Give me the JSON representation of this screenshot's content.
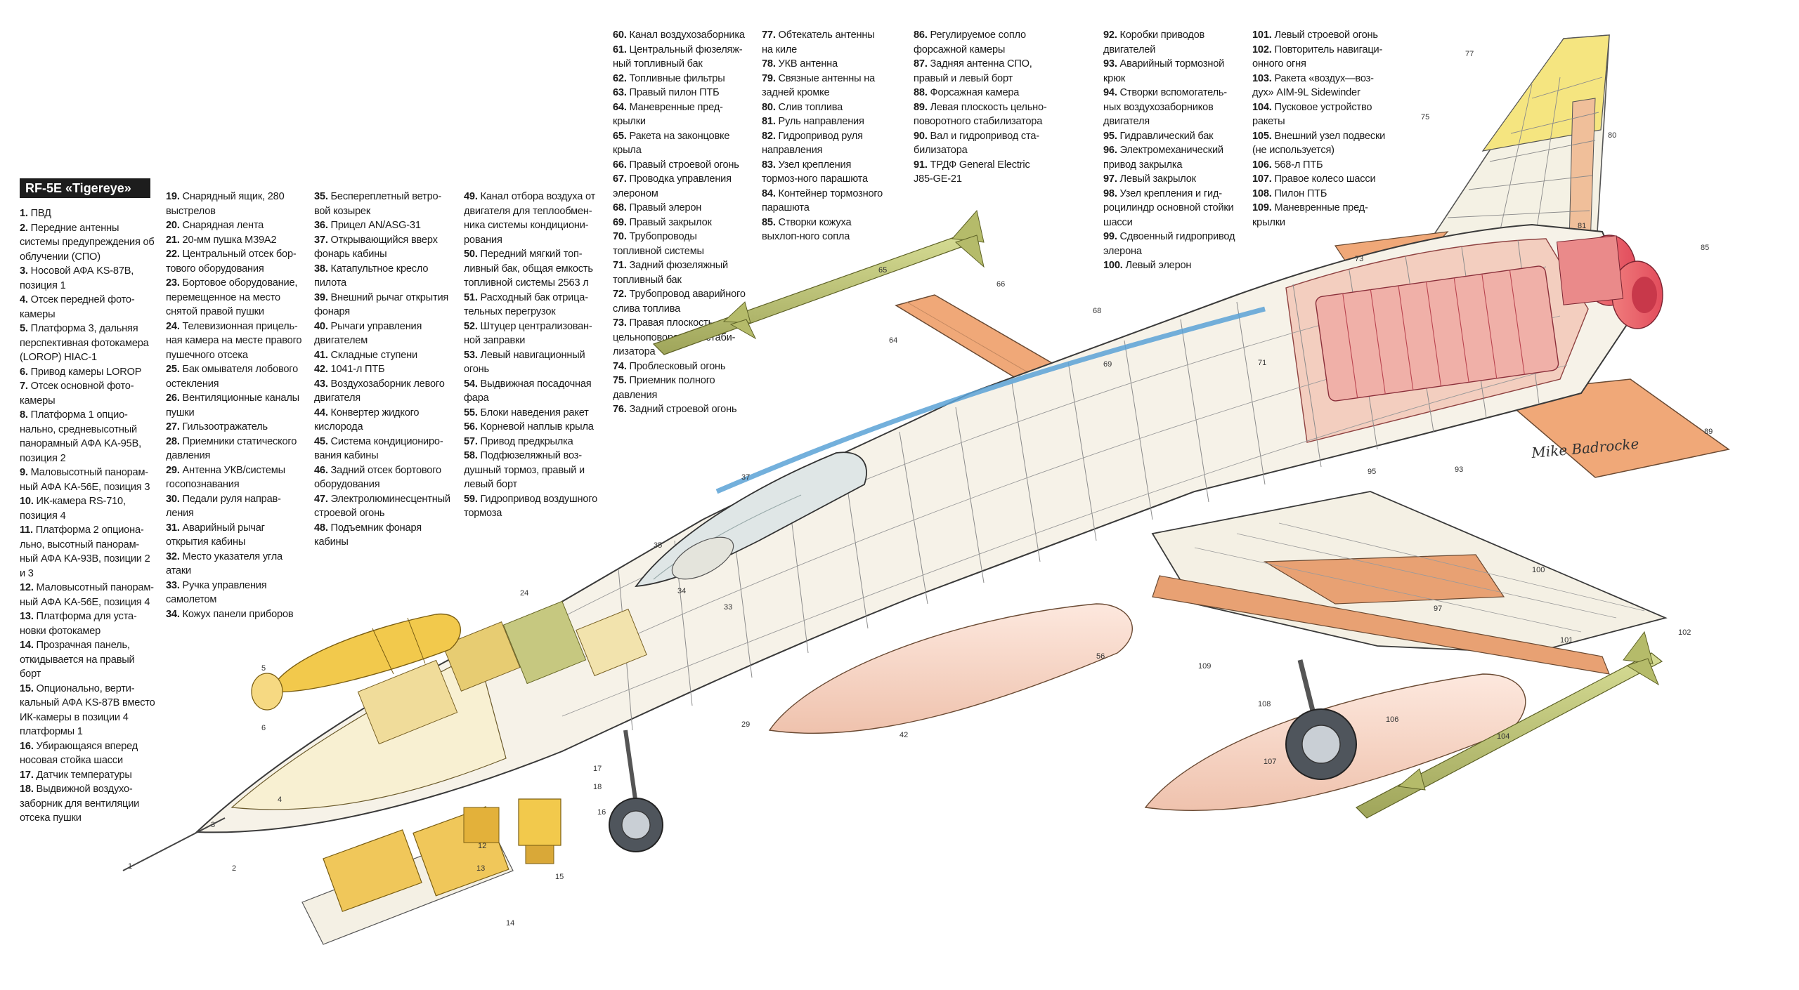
{
  "title": "RF-5E «Tigereye»",
  "signature": "Mike Badrocke",
  "columns": [
    [
      {
        "n": "1.",
        "t": "ПВД"
      },
      {
        "n": "2.",
        "t": "Передние антенны системы предупреждения об облучении (СПО)"
      },
      {
        "n": "3.",
        "t": "Носовой АФА KS-87B, позиция 1"
      },
      {
        "n": "4.",
        "t": "Отсек передней фото-камеры"
      },
      {
        "n": "5.",
        "t": "Платформа 3, дальняя перспективная фотокамера (LOROP) HIAC-1"
      },
      {
        "n": "6.",
        "t": "Привод камеры LOROP"
      },
      {
        "n": "7.",
        "t": "Отсек основной фото-камеры"
      },
      {
        "n": "8.",
        "t": "Платформа 1 опцио-нально, средневысотный панорамный АФА KA-95B, позиция 2"
      },
      {
        "n": "9.",
        "t": "Маловысотный панорам-ный АФА KA-56E, позиция 3"
      },
      {
        "n": "10.",
        "t": "ИК-камера RS-710, позиция 4"
      },
      {
        "n": "11.",
        "t": "Платформа 2 опциона-льно, высотный панорам-ный АФА KA-93B, позиции 2 и 3"
      },
      {
        "n": "12.",
        "t": "Маловысотный панорам-ный АФА KA-56E, позиция 4"
      },
      {
        "n": "13.",
        "t": "Платформа для уста-новки фотокамер"
      },
      {
        "n": "14.",
        "t": "Прозрачная панель, откидывается на правый борт"
      },
      {
        "n": "15.",
        "t": "Опционально, верти-кальный АФА KS-87B вместо ИК-камеры в позиции 4 платформы 1"
      },
      {
        "n": "16.",
        "t": "Убирающаяся вперед носовая стойка шасси"
      },
      {
        "n": "17.",
        "t": "Датчик температуры"
      },
      {
        "n": "18.",
        "t": "Выдвижной воздухо-заборник для вентиляции отсека пушки"
      }
    ],
    [
      {
        "n": "19.",
        "t": "Снарядный ящик, 280 выстрелов"
      },
      {
        "n": "20.",
        "t": "Снарядная лента"
      },
      {
        "n": "21.",
        "t": "20-мм пушка M39A2"
      },
      {
        "n": "22.",
        "t": "Центральный отсек бор-тового оборудования"
      },
      {
        "n": "23.",
        "t": "Бортовое оборудование, перемещенное на место снятой правой пушки"
      },
      {
        "n": "24.",
        "t": "Телевизионная прицель-ная камера на месте правого пушечного отсека"
      },
      {
        "n": "25.",
        "t": "Бак омывателя лобового остекления"
      },
      {
        "n": "26.",
        "t": "Вентиляционные каналы пушки"
      },
      {
        "n": "27.",
        "t": "Гильзоотражатель"
      },
      {
        "n": "28.",
        "t": "Приемники статического давления"
      },
      {
        "n": "29.",
        "t": "Антенна УКВ/системы госопознавания"
      },
      {
        "n": "30.",
        "t": "Педали руля направ-ления"
      },
      {
        "n": "31.",
        "t": "Аварийный рычаг открытия кабины"
      },
      {
        "n": "32.",
        "t": "Место указателя угла атаки"
      },
      {
        "n": "33.",
        "t": "Ручка управления самолетом"
      },
      {
        "n": "34.",
        "t": "Кожух панели приборов"
      }
    ],
    [
      {
        "n": "35.",
        "t": "Беспереплетный ветро-вой козырек"
      },
      {
        "n": "36.",
        "t": "Прицел AN/ASG-31"
      },
      {
        "n": "37.",
        "t": "Открывающийся вверх фонарь кабины"
      },
      {
        "n": "38.",
        "t": "Катапультное кресло пилота"
      },
      {
        "n": "39.",
        "t": "Внешний рычаг открытия фонаря"
      },
      {
        "n": "40.",
        "t": "Рычаги управления двигателем"
      },
      {
        "n": "41.",
        "t": "Складные ступени"
      },
      {
        "n": "42.",
        "t": "1041-л ПТБ"
      },
      {
        "n": "43.",
        "t": "Воздухозаборник левого двигателя"
      },
      {
        "n": "44.",
        "t": "Конвертер жидкого кислорода"
      },
      {
        "n": "45.",
        "t": "Система кондициониро-вания кабины"
      },
      {
        "n": "46.",
        "t": "Задний отсек бортового оборудования"
      },
      {
        "n": "47.",
        "t": "Электролюминесцентный строевой огонь"
      },
      {
        "n": "48.",
        "t": "Подъемник фонаря кабины"
      }
    ],
    [
      {
        "n": "49.",
        "t": "Канал отбора воздуха от двигателя для теплообмен-ника системы кондициони-рования"
      },
      {
        "n": "50.",
        "t": "Передний мягкий топ-ливный бак, общая емкость топливной системы 2563 л"
      },
      {
        "n": "51.",
        "t": "Расходный бак отрица-тельных перегрузок"
      },
      {
        "n": "52.",
        "t": "Штуцер централизован-ной заправки"
      },
      {
        "n": "53.",
        "t": "Левый навигационный огонь"
      },
      {
        "n": "54.",
        "t": "Выдвижная посадочная фара"
      },
      {
        "n": "55.",
        "t": "Блоки наведения ракет"
      },
      {
        "n": "56.",
        "t": "Корневой наплыв крыла"
      },
      {
        "n": "57.",
        "t": "Привод предкрылка"
      },
      {
        "n": "58.",
        "t": "Подфюзеляжный воз-душный тормоз, правый и левый борт"
      },
      {
        "n": "59.",
        "t": "Гидропривод воздушного тормоза"
      }
    ],
    [
      {
        "n": "60.",
        "t": "Канал воздухозаборника"
      },
      {
        "n": "61.",
        "t": "Центральный фюзеляж-ный топливный бак"
      },
      {
        "n": "62.",
        "t": "Топливные фильтры"
      },
      {
        "n": "63.",
        "t": "Правый пилон ПТБ"
      },
      {
        "n": "64.",
        "t": "Маневренные пред-крылки"
      },
      {
        "n": "65.",
        "t": "Ракета на законцовке крыла"
      },
      {
        "n": "66.",
        "t": "Правый строевой огонь"
      },
      {
        "n": "67.",
        "t": "Проводка управления элероном"
      },
      {
        "n": "68.",
        "t": "Правый элерон"
      },
      {
        "n": "69.",
        "t": "Правый закрылок"
      },
      {
        "n": "70.",
        "t": "Трубопроводы топливной системы"
      },
      {
        "n": "71.",
        "t": "Задний фюзеляжный топливный бак"
      },
      {
        "n": "72.",
        "t": "Трубопровод аварийного слива топлива"
      },
      {
        "n": "73.",
        "t": "Правая плоскость цельноповоротного стаби-лизатора"
      },
      {
        "n": "74.",
        "t": "Проблесковый огонь"
      },
      {
        "n": "75.",
        "t": "Приемник полного давления"
      },
      {
        "n": "76.",
        "t": "Задний строевой огонь"
      }
    ],
    [
      {
        "n": "77.",
        "t": "Обтекатель антенны на киле"
      },
      {
        "n": "78.",
        "t": "УКВ антенна"
      },
      {
        "n": "79.",
        "t": "Связные антенны на задней кромке"
      },
      {
        "n": "80.",
        "t": "Слив топлива"
      },
      {
        "n": "81.",
        "t": "Руль направления"
      },
      {
        "n": "82.",
        "t": "Гидропривод руля направления"
      },
      {
        "n": "83.",
        "t": "Узел крепления тормоз-ного парашюта"
      },
      {
        "n": "84.",
        "t": "Контейнер тормозного парашюта"
      },
      {
        "n": "85.",
        "t": "Створки кожуха выхлоп-ного сопла"
      }
    ],
    [
      {
        "n": "86.",
        "t": "Регулируемое сопло форсажной камеры"
      },
      {
        "n": "87.",
        "t": "Задняя антенна СПО, правый и левый борт"
      },
      {
        "n": "88.",
        "t": "Форсажная камера"
      },
      {
        "n": "89.",
        "t": "Левая плоскость цельно-поворотного стабилизатора"
      },
      {
        "n": "90.",
        "t": "Вал и гидропривод ста-билизатора"
      },
      {
        "n": "91.",
        "t": "ТРДФ General Electric J85-GE-21"
      }
    ],
    [
      {
        "n": "92.",
        "t": "Коробки приводов двигателей"
      },
      {
        "n": "93.",
        "t": "Аварийный тормозной крюк"
      },
      {
        "n": "94.",
        "t": "Створки вспомогатель-ных воздухозаборников двигателя"
      },
      {
        "n": "95.",
        "t": "Гидравлический бак"
      },
      {
        "n": "96.",
        "t": "Электромеханический привод закрылка"
      },
      {
        "n": "97.",
        "t": "Левый закрылок"
      },
      {
        "n": "98.",
        "t": "Узел крепления и гид-роцилиндр основной стойки шасси"
      },
      {
        "n": "99.",
        "t": "Сдвоенный гидропривод элерона"
      },
      {
        "n": "100.",
        "t": "Левый элерон"
      }
    ],
    [
      {
        "n": "101.",
        "t": "Левый строевой огонь"
      },
      {
        "n": "102.",
        "t": "Повторитель навигаци-онного огня"
      },
      {
        "n": "103.",
        "t": "Ракета «воздух—воз-дух» AIM-9L Sidewinder"
      },
      {
        "n": "104.",
        "t": "Пусковое устройство ракеты"
      },
      {
        "n": "105.",
        "t": "Внешний узел подвески (не используется)"
      },
      {
        "n": "106.",
        "t": "568-л ПТБ"
      },
      {
        "n": "107.",
        "t": "Правое колесо шасси"
      },
      {
        "n": "108.",
        "t": "Пилон ПТБ"
      },
      {
        "n": "109.",
        "t": "Маневренные пред-крылки"
      }
    ]
  ],
  "callouts": [
    "1",
    "2",
    "3",
    "4",
    "5",
    "6",
    "12",
    "13",
    "14",
    "15",
    "16",
    "17",
    "18",
    "24",
    "29",
    "33",
    "34",
    "35",
    "37",
    "42",
    "56",
    "64",
    "65",
    "66",
    "68",
    "69",
    "71",
    "73",
    "75",
    "77",
    "80",
    "81",
    "85",
    "89",
    "93",
    "95",
    "97",
    "100",
    "101",
    "102",
    "104",
    "106",
    "107",
    "108",
    "109"
  ]
}
